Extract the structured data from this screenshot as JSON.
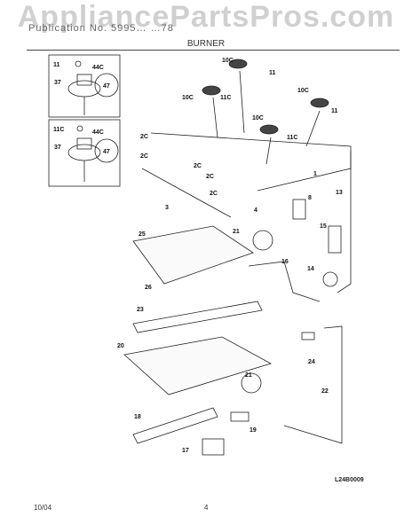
{
  "watermark": "AppliancePartsPros.com",
  "header": {
    "model": "Publication No. 5995… …78",
    "title": "BURNER"
  },
  "diagram_code": "L24B0009",
  "footer": {
    "date": "10/04",
    "page": "4"
  },
  "callouts": [
    "11",
    "44C",
    "37",
    "47",
    "11C",
    "44C",
    "37",
    "47",
    "10C",
    "11",
    "10C",
    "11C",
    "10C",
    "11",
    "10C",
    "11C",
    "2C",
    "2C",
    "2C",
    "2C",
    "2C",
    "1",
    "3",
    "4",
    "13",
    "8",
    "15",
    "21",
    "25",
    "16",
    "14",
    "26",
    "23",
    "20",
    "24",
    "21",
    "22",
    "18",
    "19",
    "17"
  ]
}
